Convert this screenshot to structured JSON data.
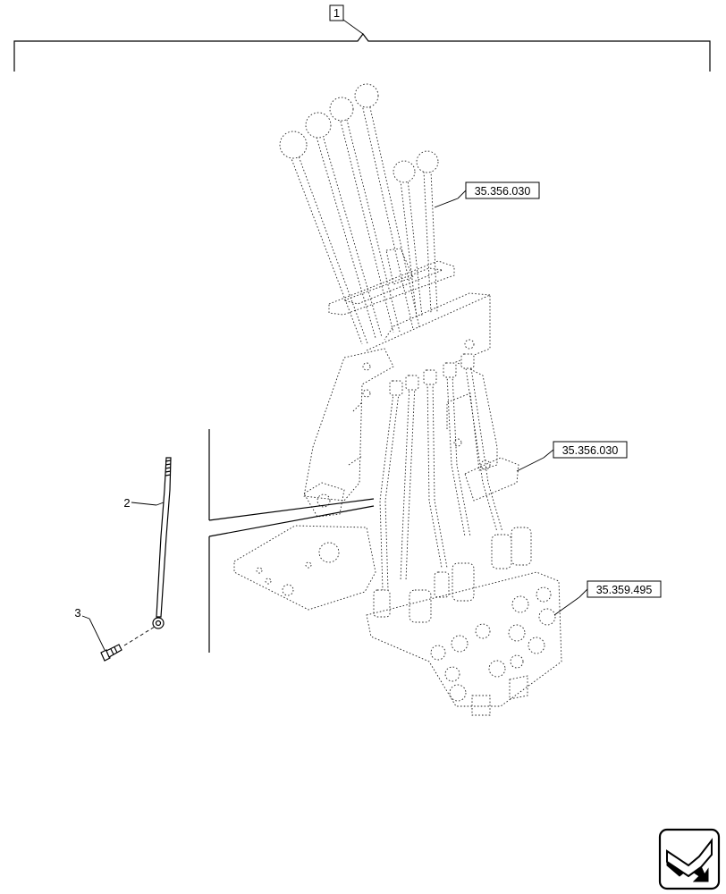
{
  "callouts": {
    "assembly": "1",
    "rod": "2",
    "bolt": "3"
  },
  "references": {
    "lever_assembly": "35.356.030",
    "bracket": "35.356.030",
    "control_valve": "35.359.495"
  },
  "nav_icon": "next-page-arrow-icon"
}
